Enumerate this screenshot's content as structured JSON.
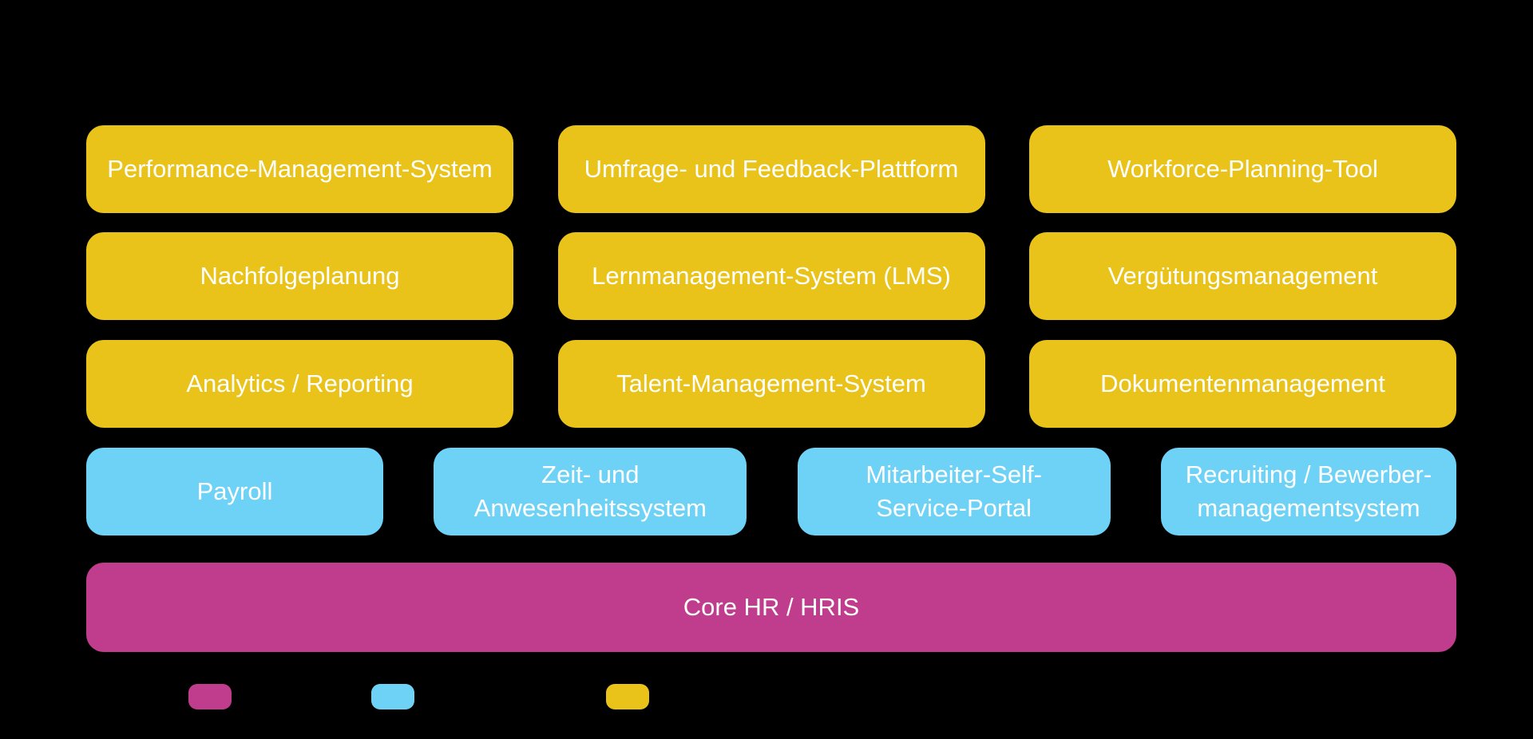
{
  "colors": {
    "background": "#000000",
    "yellow": "#E9C319",
    "blue": "#6DD2F6",
    "magenta": "#C03C8C",
    "text": "#FFFFFF"
  },
  "rows": [
    {
      "level": "top",
      "color": "yellow",
      "boxes": [
        "Performance-Management-System",
        "Umfrage- und Feedback-Plattform",
        "Workforce-Planning-Tool"
      ]
    },
    {
      "level": "middle-upper",
      "color": "yellow",
      "boxes": [
        "Nachfolgeplanung",
        "Lernmanagement-System (LMS)",
        "Vergütungsmanagement"
      ]
    },
    {
      "level": "middle-lower",
      "color": "yellow",
      "boxes": [
        "Analytics / Reporting",
        "Talent-Management-System",
        "Dokumentenmanagement"
      ]
    },
    {
      "level": "core-adjacent",
      "color": "blue",
      "boxes": [
        "Payroll",
        "Zeit- und\nAnwesenheitssystem",
        "Mitarbeiter-Self-\nService-Portal",
        "Recruiting / Bewerber-\nmanagementsystem"
      ]
    }
  ],
  "base": {
    "label": "Core HR / HRIS",
    "color": "magenta"
  },
  "legend": {
    "swatch_colors": [
      "magenta",
      "blue",
      "yellow"
    ]
  }
}
